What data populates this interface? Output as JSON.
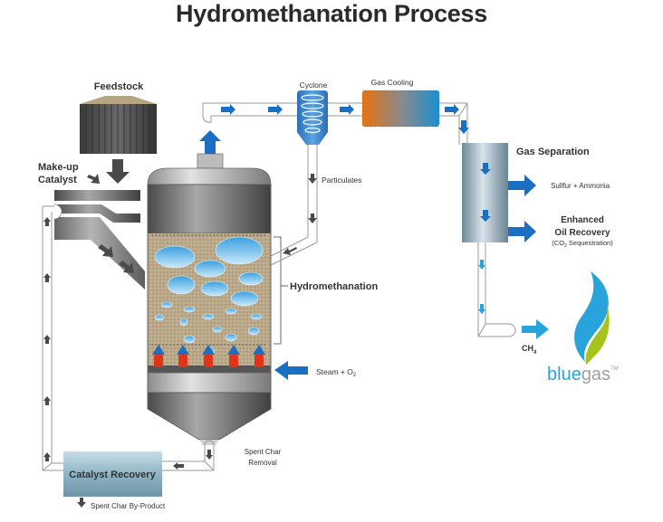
{
  "title": "Hydromethanation Process",
  "labels": {
    "feedstock": "Feedstock",
    "makeup_catalyst_line1": "Make-up",
    "makeup_catalyst_line2": "Catalyst",
    "cyclone": "Cyclone",
    "gas_cooling": "Gas Cooling",
    "particulates": "Particulates",
    "gas_separation": "Gas Separation",
    "sulfur_ammonia": "Sullfur + Ammonia",
    "eor_line1": "Enhanced",
    "eor_line2": "Oil Recovery",
    "eor_line3_pre": "(CO",
    "eor_line3_sub": "2",
    "eor_line3_post": " Sequestration)",
    "hydromethanation": "Hydromethanation",
    "steam_o2_pre": "Steam + O",
    "steam_o2_sub": "2",
    "ch4_pre": "CH",
    "ch4_sub": "4",
    "spent_char_removal_line1": "Spent Char",
    "spent_char_removal_line2": "Removal",
    "catalyst_recovery": "Catalyst Recovery",
    "spent_char_byproduct": "Spent Char By-Product"
  },
  "logo": {
    "blue_part": "blue",
    "gas_part": "gas",
    "trademark": "TM",
    "colors": {
      "blue": "#29a3dc",
      "green": "#a6c31c",
      "gray": "#a0a0a0"
    }
  },
  "colors": {
    "flow_blue": "#1a6fc2",
    "flow_gray": "#4a4a4a",
    "cooling_hot": "#e8720f",
    "cooling_cold": "#1b8fd0",
    "separator": "#8fa9b8",
    "recovery": "#8eb3c2",
    "bed": "#b8a88a",
    "bubble": "#7cc4ec",
    "nozzle": "#e0341a"
  }
}
